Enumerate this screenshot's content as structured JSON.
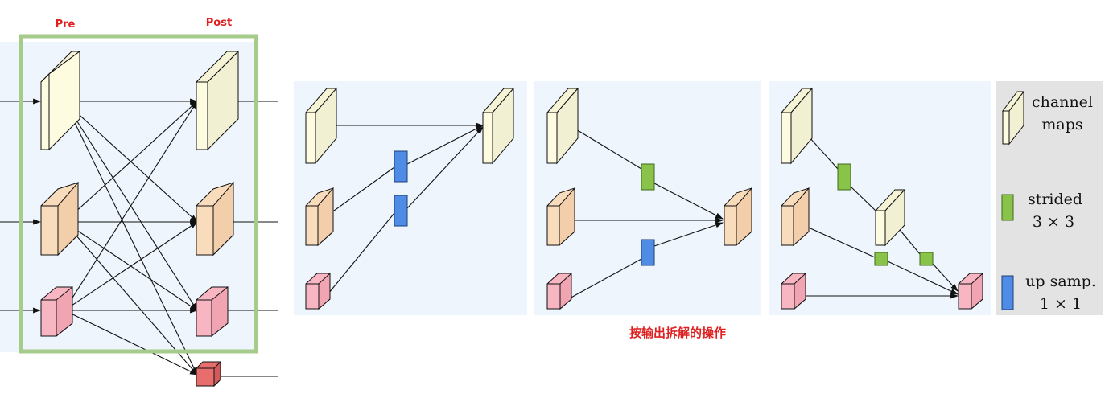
{
  "labels": {
    "pre": "Pre",
    "post": "Post",
    "caption": "按输出拆解的操作"
  },
  "legend": {
    "channel": [
      "channel",
      "maps"
    ],
    "strided": [
      "strided",
      "3 × 3"
    ],
    "upsamp": [
      "up samp.",
      "1 × 1"
    ]
  },
  "colors": {
    "panel_bg": "#eef5fc",
    "legend_bg": "#e3e3e3",
    "fused_box": "#a6cc8b",
    "map_high_res": "#fdfbe0",
    "map_mid_res": "#f9dcbb",
    "map_low_res": "#f8b6c2",
    "map_extra": "#e86e6e",
    "strided_op": "#8ac34a",
    "upsample_op": "#4f8ce6",
    "label_red": "#e02020"
  }
}
